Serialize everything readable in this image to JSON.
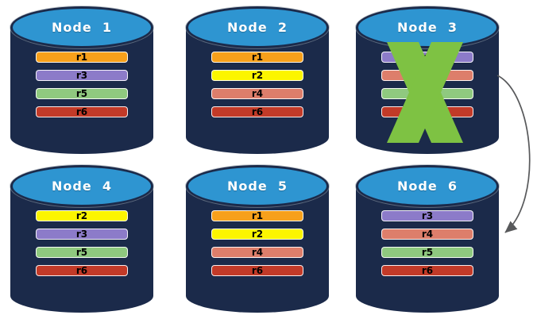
{
  "palette": {
    "background": "#FFFFFF",
    "cylinder_body": "#1B2A4A",
    "cylinder_top_fill": "#2E95D1",
    "node_title_color": "#FFFFFF",
    "bar_text_color": "#000000",
    "failure_x_color": "#7EC243",
    "arrow_color": "#58595B",
    "replica_colors": {
      "r1": "#F7A01B",
      "r2": "#FCF500",
      "r3": "#8C7BC9",
      "r4": "#DD7E6B",
      "r5": "#8FC97F",
      "r6": "#C23A28"
    }
  },
  "nodes": [
    {
      "id": "node-1",
      "title": "Node  1",
      "failed": false,
      "replicas": [
        {
          "label": "r1",
          "color": "r1"
        },
        {
          "label": "r3",
          "color": "r3"
        },
        {
          "label": "r5",
          "color": "r5"
        },
        {
          "label": "r6",
          "color": "r6"
        }
      ]
    },
    {
      "id": "node-2",
      "title": "Node  2",
      "failed": false,
      "replicas": [
        {
          "label": "r1",
          "color": "r1"
        },
        {
          "label": "r2",
          "color": "r2"
        },
        {
          "label": "r4",
          "color": "r4"
        },
        {
          "label": "r6",
          "color": "r6"
        }
      ]
    },
    {
      "id": "node-3",
      "title": "Node  3",
      "failed": true,
      "replicas": [
        {
          "label": "r3",
          "color": "r3"
        },
        {
          "label": "",
          "color": "r4"
        },
        {
          "label": "",
          "color": "r5"
        },
        {
          "label": "",
          "color": "r6"
        }
      ]
    },
    {
      "id": "node-4",
      "title": "Node  4",
      "failed": false,
      "replicas": [
        {
          "label": "r2",
          "color": "r2"
        },
        {
          "label": "r3",
          "color": "r3"
        },
        {
          "label": "r5",
          "color": "r5"
        },
        {
          "label": "r6",
          "color": "r6"
        }
      ]
    },
    {
      "id": "node-5",
      "title": "Node  5",
      "failed": false,
      "replicas": [
        {
          "label": "r1",
          "color": "r1"
        },
        {
          "label": "r2",
          "color": "r2"
        },
        {
          "label": "r4",
          "color": "r4"
        },
        {
          "label": "r6",
          "color": "r6"
        }
      ]
    },
    {
      "id": "node-6",
      "title": "Node  6",
      "failed": false,
      "replicas": [
        {
          "label": "r3",
          "color": "r3"
        },
        {
          "label": "r4",
          "color": "r4"
        },
        {
          "label": "r5",
          "color": "r5"
        },
        {
          "label": "r6",
          "color": "r6"
        }
      ]
    }
  ],
  "arrow": {
    "from": "node-3",
    "to": "node-6"
  }
}
